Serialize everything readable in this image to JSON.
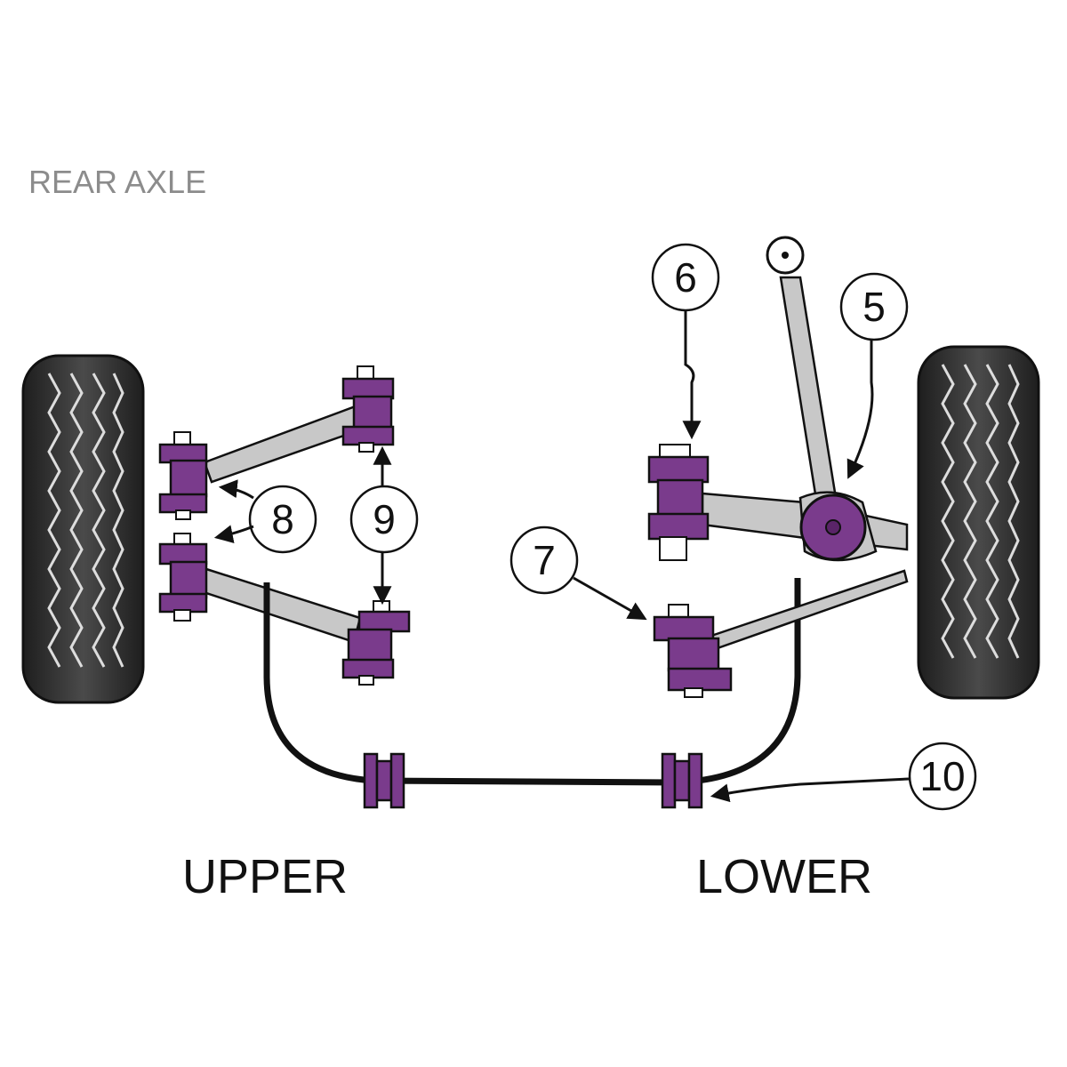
{
  "title": "REAR AXLE",
  "labels": {
    "upper": "UPPER",
    "lower": "LOWER"
  },
  "callouts": [
    "5",
    "6",
    "7",
    "8",
    "9",
    "10"
  ],
  "colors": {
    "bush": "#7a3b8c",
    "bush_shade": "#5a2468",
    "arm": "#c8c8c8",
    "tyre": "#2e2e2e",
    "outline": "#111111"
  }
}
